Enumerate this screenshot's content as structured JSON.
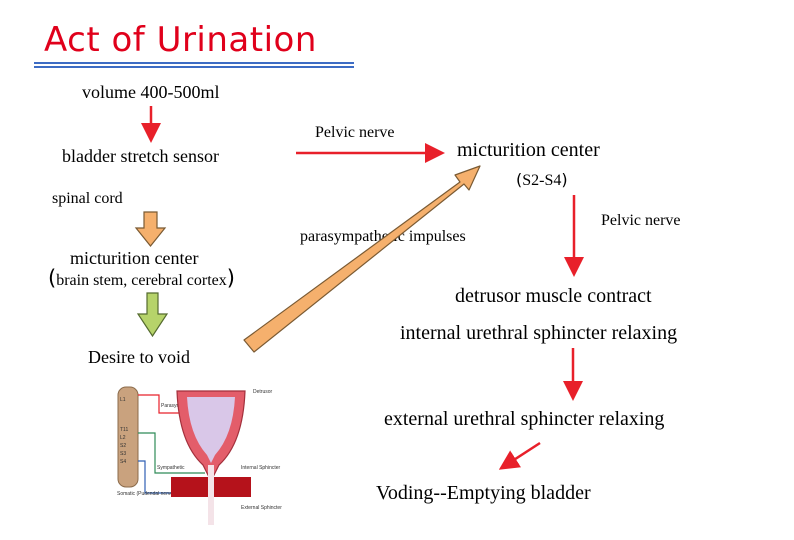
{
  "title": "Act of Urination",
  "labels": {
    "volume": "volume 400-500ml",
    "stretch_sensor": "bladder stretch sensor",
    "spinal_cord": "spinal cord",
    "brain_center": "micturition center",
    "brain_center_detail": "brain stem, cerebral cortex",
    "desire": "Desire  to void",
    "pelvic_nerve_top": "Pelvic nerve",
    "micturition_center": "micturition center",
    "segments": "S2-S4",
    "parasympathetic": "parasympathetic impulses",
    "pelvic_nerve_right": "Pelvic nerve",
    "detrusor": "detrusor muscle contract",
    "internal_sphincter": "internal urethral sphincter relaxing",
    "external_sphincter": "external urethral sphincter relaxing",
    "voiding": "Voding--Emptying bladder"
  },
  "inset": {
    "labels": {
      "detrusor": "Detrusor",
      "parasympathetic": "Parasympathetic",
      "sympathetic": "Sympathetic",
      "internal": "Internal Sphincter",
      "somatic": "Somatic (Pudendal nerve)",
      "external": "External Sphincter",
      "levels": [
        "L1",
        "T11",
        "L2",
        "S2",
        "S3",
        "S4"
      ]
    }
  },
  "colors": {
    "title": "#e0001b",
    "title_rule": "#3d6cc4",
    "arrow_red": "#e8202a",
    "arrow_orange": "#f5b06d",
    "arrow_orange_border": "#7a5a33",
    "arrow_green": "#b6d36a",
    "arrow_green_border": "#556b2f"
  }
}
